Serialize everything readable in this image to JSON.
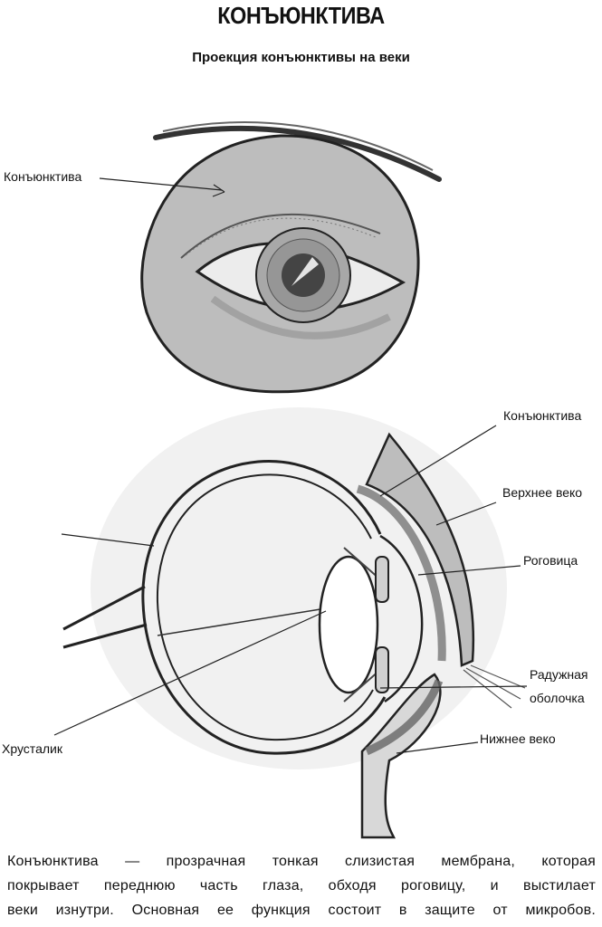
{
  "header": {
    "title": "КОНЪЮНКТИВА",
    "subtitle": "Проекция конъюнктивы на веки"
  },
  "labels": {
    "conjunctiva_top": "Конъюнктива",
    "conjunctiva_side": "Конъюнктива",
    "upper_eyelid": "Верхнее веко",
    "cornea": "Роговица",
    "iris_line1": "Радужная",
    "iris_line2": "оболочка",
    "lower_eyelid": "Нижнее веко",
    "lens": "Хрусталик"
  },
  "caption": {
    "line1": "Конъюнктива — прозрачная тонкая слизистая мембрана, которая",
    "line2": "покрывает переднюю часть глаза, обходя роговицу, и выстилает",
    "line3": "веки изнутри. Основная ее функция состоит в защите от микробов."
  },
  "colors": {
    "skin_gray": "#bdbdbd",
    "dark_gray": "#8c8c8c",
    "line": "#222222"
  }
}
